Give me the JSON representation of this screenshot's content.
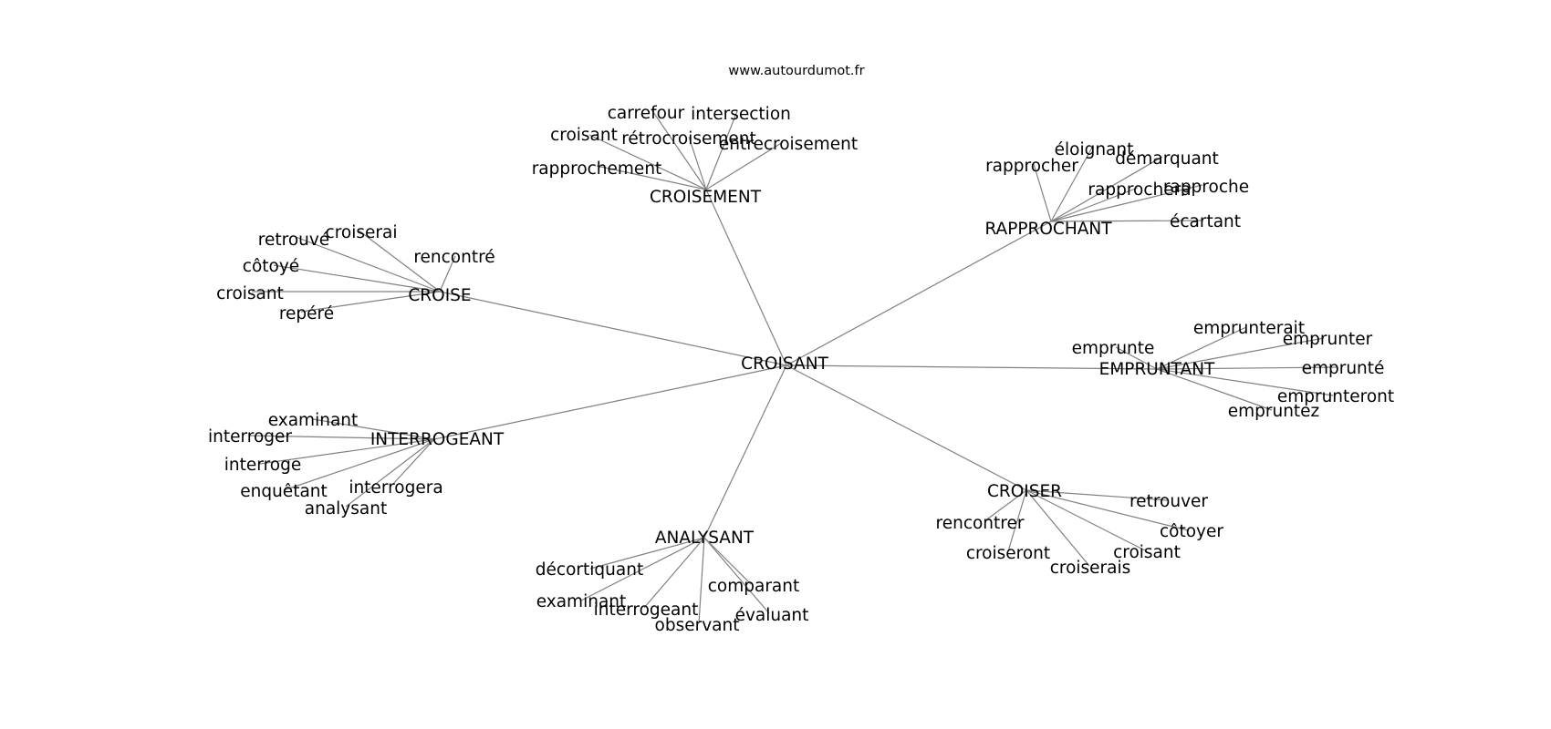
{
  "site": "www.autourdumot.fr",
  "center": "CROISANT",
  "hubs": [
    {
      "label": "CROISEMENT",
      "leaves": [
        "carrefour",
        "intersection",
        "croisant",
        "rétrocroisement",
        "entrecroisement",
        "rapprochement"
      ]
    },
    {
      "label": "RAPPROCHANT",
      "leaves": [
        "éloignant",
        "rapprocher",
        "démarquant",
        "rapprochera",
        "rapproche",
        "écartant"
      ]
    },
    {
      "label": "CROISE",
      "leaves": [
        "croiserai",
        "retrouvé",
        "rencontré",
        "côtoyé",
        "croisant",
        "repéré"
      ]
    },
    {
      "label": "EMPRUNTANT",
      "leaves": [
        "emprunterait",
        "emprunte",
        "emprunter",
        "emprunté",
        "emprunteront",
        "empruntez"
      ]
    },
    {
      "label": "INTERROGEANT",
      "leaves": [
        "examinant",
        "interroger",
        "interroge",
        "enquêtant",
        "interrogera",
        "analysant"
      ]
    },
    {
      "label": "CROISER",
      "leaves": [
        "retrouver",
        "rencontrer",
        "côtoyer",
        "croiseront",
        "croisant",
        "croiserais"
      ]
    },
    {
      "label": "ANALYSANT",
      "leaves": [
        "décortiquant",
        "comparant",
        "examinant",
        "interrogeant",
        "évaluant",
        "observant"
      ]
    }
  ]
}
